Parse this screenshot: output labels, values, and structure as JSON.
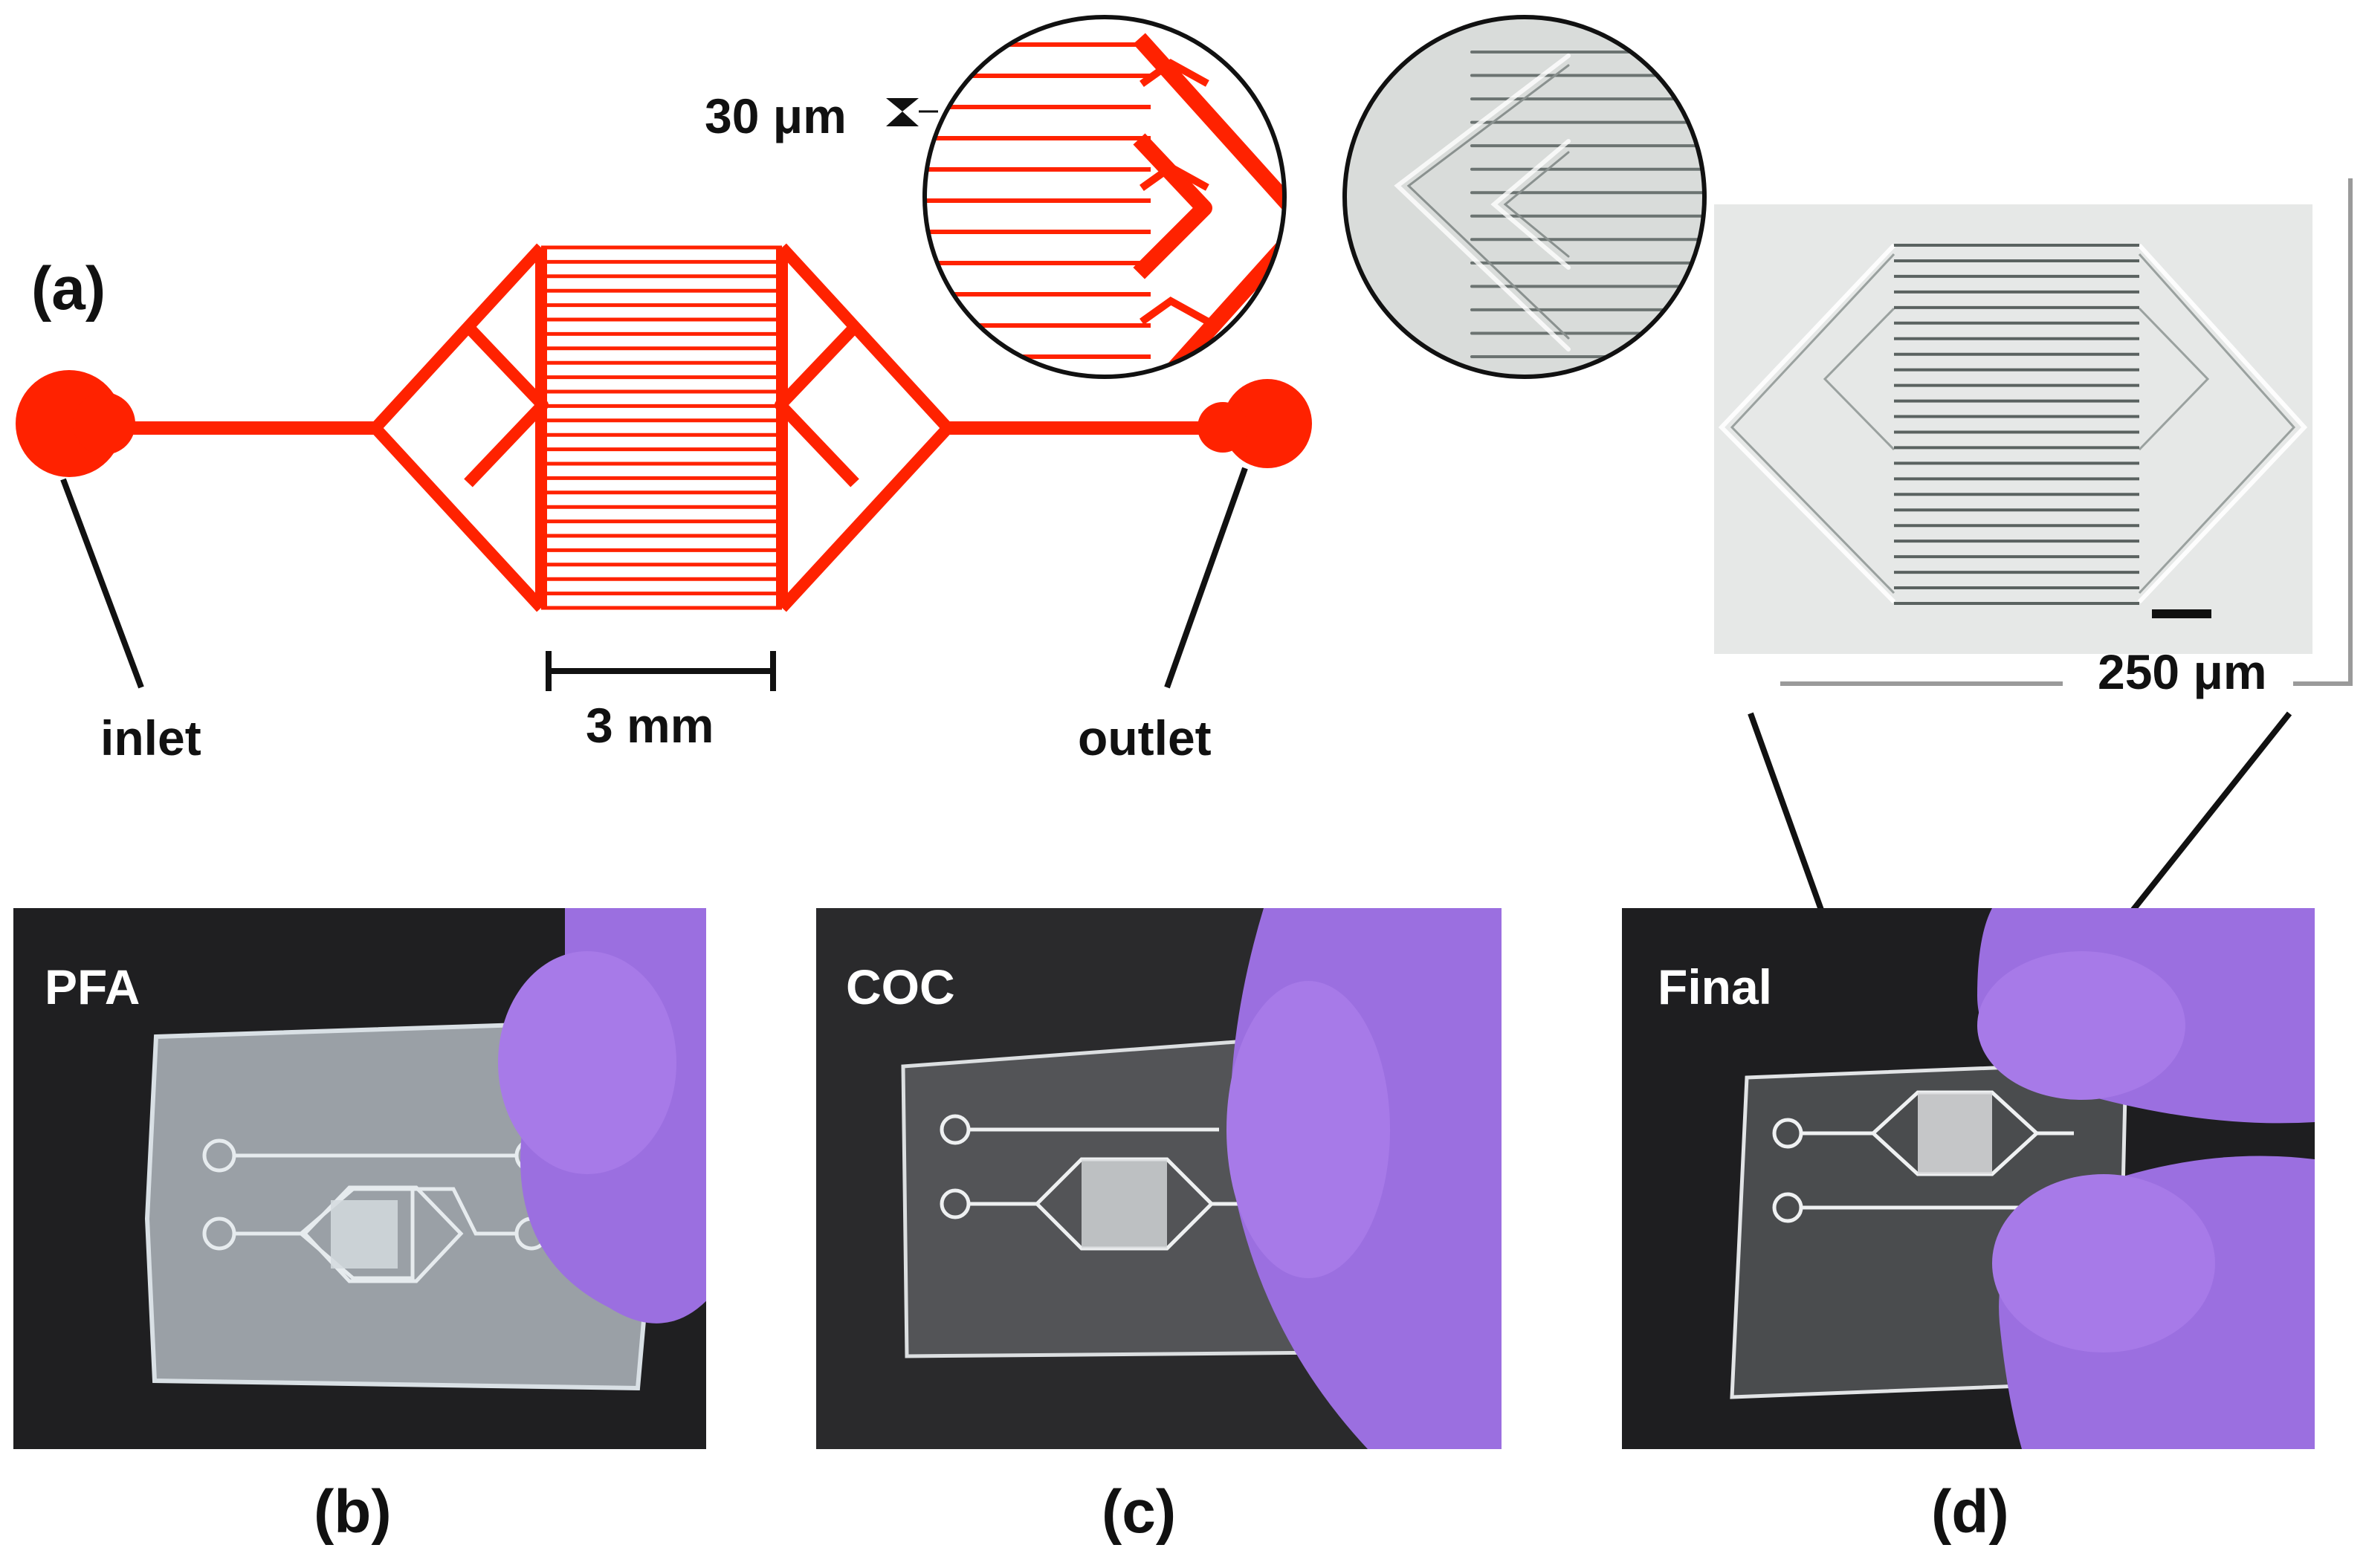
{
  "panels": {
    "a": "(a)",
    "b": "(b)",
    "c": "(c)",
    "d": "(d)"
  },
  "schematic": {
    "inlet": "inlet",
    "outlet": "outlet",
    "scale_mm": "3 mm",
    "channel_width": "30 μm"
  },
  "micrograph": {
    "scale": "250 μm"
  },
  "photos": {
    "b": "PFA",
    "c": "COC",
    "d": "Final"
  },
  "colors": {
    "channel": "#ff2200",
    "glove": "#9b6fe0",
    "photo_bg": "#1f1f21",
    "micrograph_bg": "#e6e8e7"
  }
}
